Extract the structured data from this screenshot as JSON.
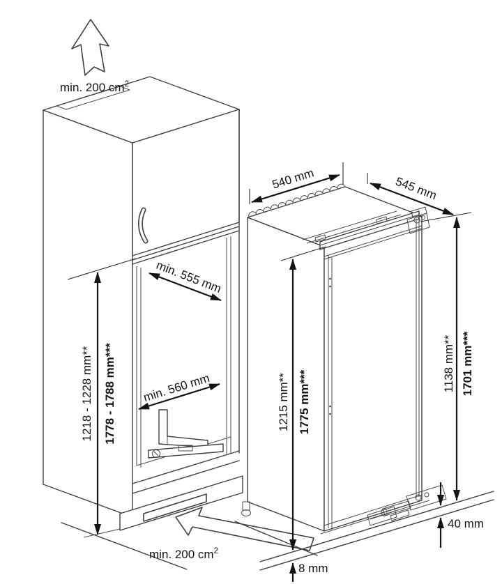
{
  "diagram": {
    "labels": {
      "top_vent": {
        "main": "min. 200 cm",
        "sup": "2"
      },
      "bottom_vent": {
        "main": "min. 200 cm",
        "sup": "2"
      },
      "fridge_width": "540 mm",
      "fridge_depth": "545 mm",
      "niche_depth_top": "min. 555 mm",
      "niche_width_bottom": "min. 560 mm",
      "niche_height_standard": "1218 - 1228 mm**",
      "niche_height_tall": "1778 - 1788 mm***",
      "appliance_height_standard": "1215 mm**",
      "appliance_height_tall": "1775 mm***",
      "door_height_standard": "1138 mm**",
      "door_height_tall": "1701 mm***",
      "hinge_clearance": "40 mm",
      "floor_gap": "8 mm"
    },
    "colors": {
      "line": "#3f3f3f",
      "dimension": "#141414",
      "background": "#ffffff"
    }
  }
}
